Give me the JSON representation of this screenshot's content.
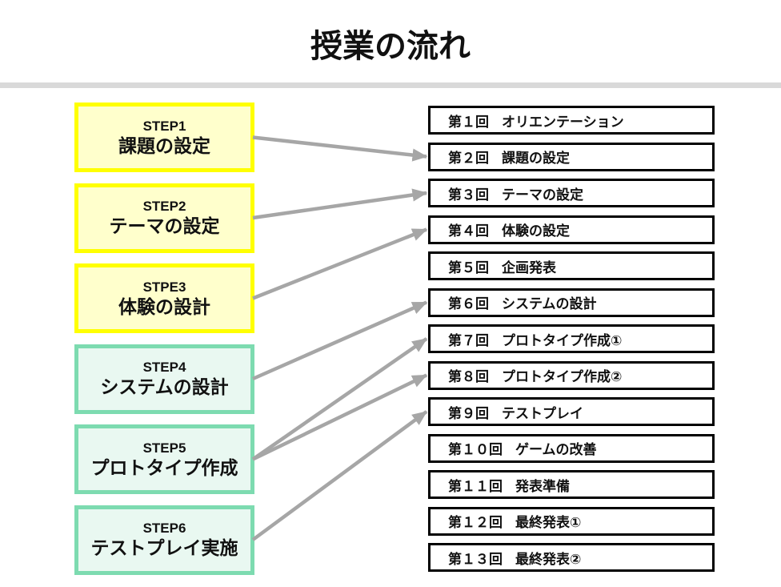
{
  "title": "授業の流れ",
  "colors": {
    "step_yellow_border": "#FFFF00",
    "step_yellow_fill": "#FFFFCC",
    "step_green_border": "#7DDBB0",
    "step_green_fill": "#E9F8F1",
    "arrow": "#A6A6A6",
    "session_border": "#000000",
    "divider": "#D9D9D9"
  },
  "steps": [
    {
      "step_label": "STEP1",
      "name": "課題の設定",
      "theme": "yellow"
    },
    {
      "step_label": "STEP2",
      "name": "テーマの設定",
      "theme": "yellow"
    },
    {
      "step_label": "STPE3",
      "name": "体験の設計",
      "theme": "yellow"
    },
    {
      "step_label": "STEP4",
      "name": "システムの設計",
      "theme": "green"
    },
    {
      "step_label": "STEP5",
      "name": "プロトタイプ作成",
      "theme": "green"
    },
    {
      "step_label": "STEP6",
      "name": "テストプレイ実施",
      "theme": "green"
    }
  ],
  "sessions": [
    {
      "no": "第１回",
      "title": "オリエンテーション"
    },
    {
      "no": "第２回",
      "title": "課題の設定"
    },
    {
      "no": "第３回",
      "title": "テーマの設定"
    },
    {
      "no": "第４回",
      "title": "体験の設定"
    },
    {
      "no": "第５回",
      "title": "企画発表"
    },
    {
      "no": "第６回",
      "title": "システムの設計"
    },
    {
      "no": "第７回",
      "title": "プロトタイプ作成①"
    },
    {
      "no": "第８回",
      "title": "プロトタイプ作成②"
    },
    {
      "no": "第９回",
      "title": "テストプレイ"
    },
    {
      "no": "第１０回",
      "title": "ゲームの改善"
    },
    {
      "no": "第１１回",
      "title": "発表準備"
    },
    {
      "no": "第１２回",
      "title": "最終発表①"
    },
    {
      "no": "第１３回",
      "title": "最終発表②"
    }
  ],
  "connections": [
    {
      "from": 1,
      "to": 2
    },
    {
      "from": 2,
      "to": 3
    },
    {
      "from": 3,
      "to": 4
    },
    {
      "from": 4,
      "to": 6
    },
    {
      "from": 5,
      "to": 7
    },
    {
      "from": 5,
      "to": 8
    },
    {
      "from": 6,
      "to": 9
    }
  ]
}
